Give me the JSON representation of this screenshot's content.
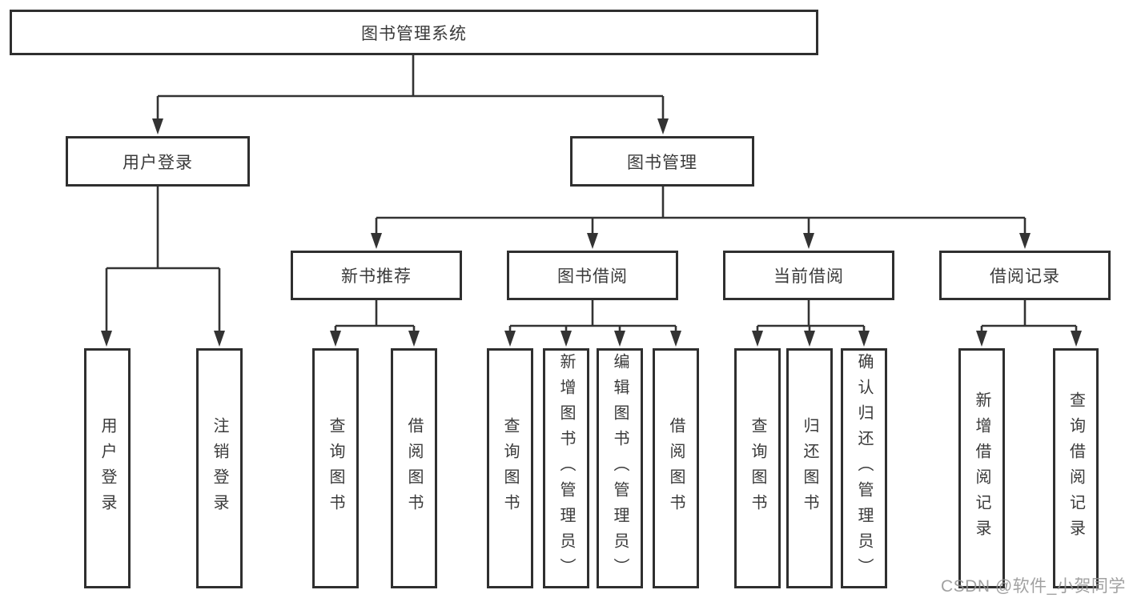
{
  "tree": {
    "label": "图书管理系统",
    "children": [
      {
        "label": "用户登录",
        "children": [
          {
            "label": "用户登录"
          },
          {
            "label": "注销登录"
          }
        ]
      },
      {
        "label": "图书管理",
        "children": [
          {
            "label": "新书推荐",
            "children": [
              {
                "label": "查询图书"
              },
              {
                "label": "借阅图书"
              }
            ]
          },
          {
            "label": "图书借阅",
            "children": [
              {
                "label": "查询图书"
              },
              {
                "label": "新增图书（管理员）"
              },
              {
                "label": "编辑图书（管理员）"
              },
              {
                "label": "借阅图书"
              }
            ]
          },
          {
            "label": "当前借阅",
            "children": [
              {
                "label": "查询图书"
              },
              {
                "label": "归还图书"
              },
              {
                "label": "确认归还（管理员）"
              }
            ]
          },
          {
            "label": "借阅记录",
            "children": [
              {
                "label": "新增借阅记录"
              },
              {
                "label": "查询借阅记录"
              }
            ]
          }
        ]
      }
    ]
  },
  "watermark": {
    "text": "CSDN @软件_小贺同学"
  },
  "colors": {
    "line": "#333333",
    "border": "#2f2f2f",
    "text": "#3a3a3a",
    "watermark": "#949494"
  }
}
